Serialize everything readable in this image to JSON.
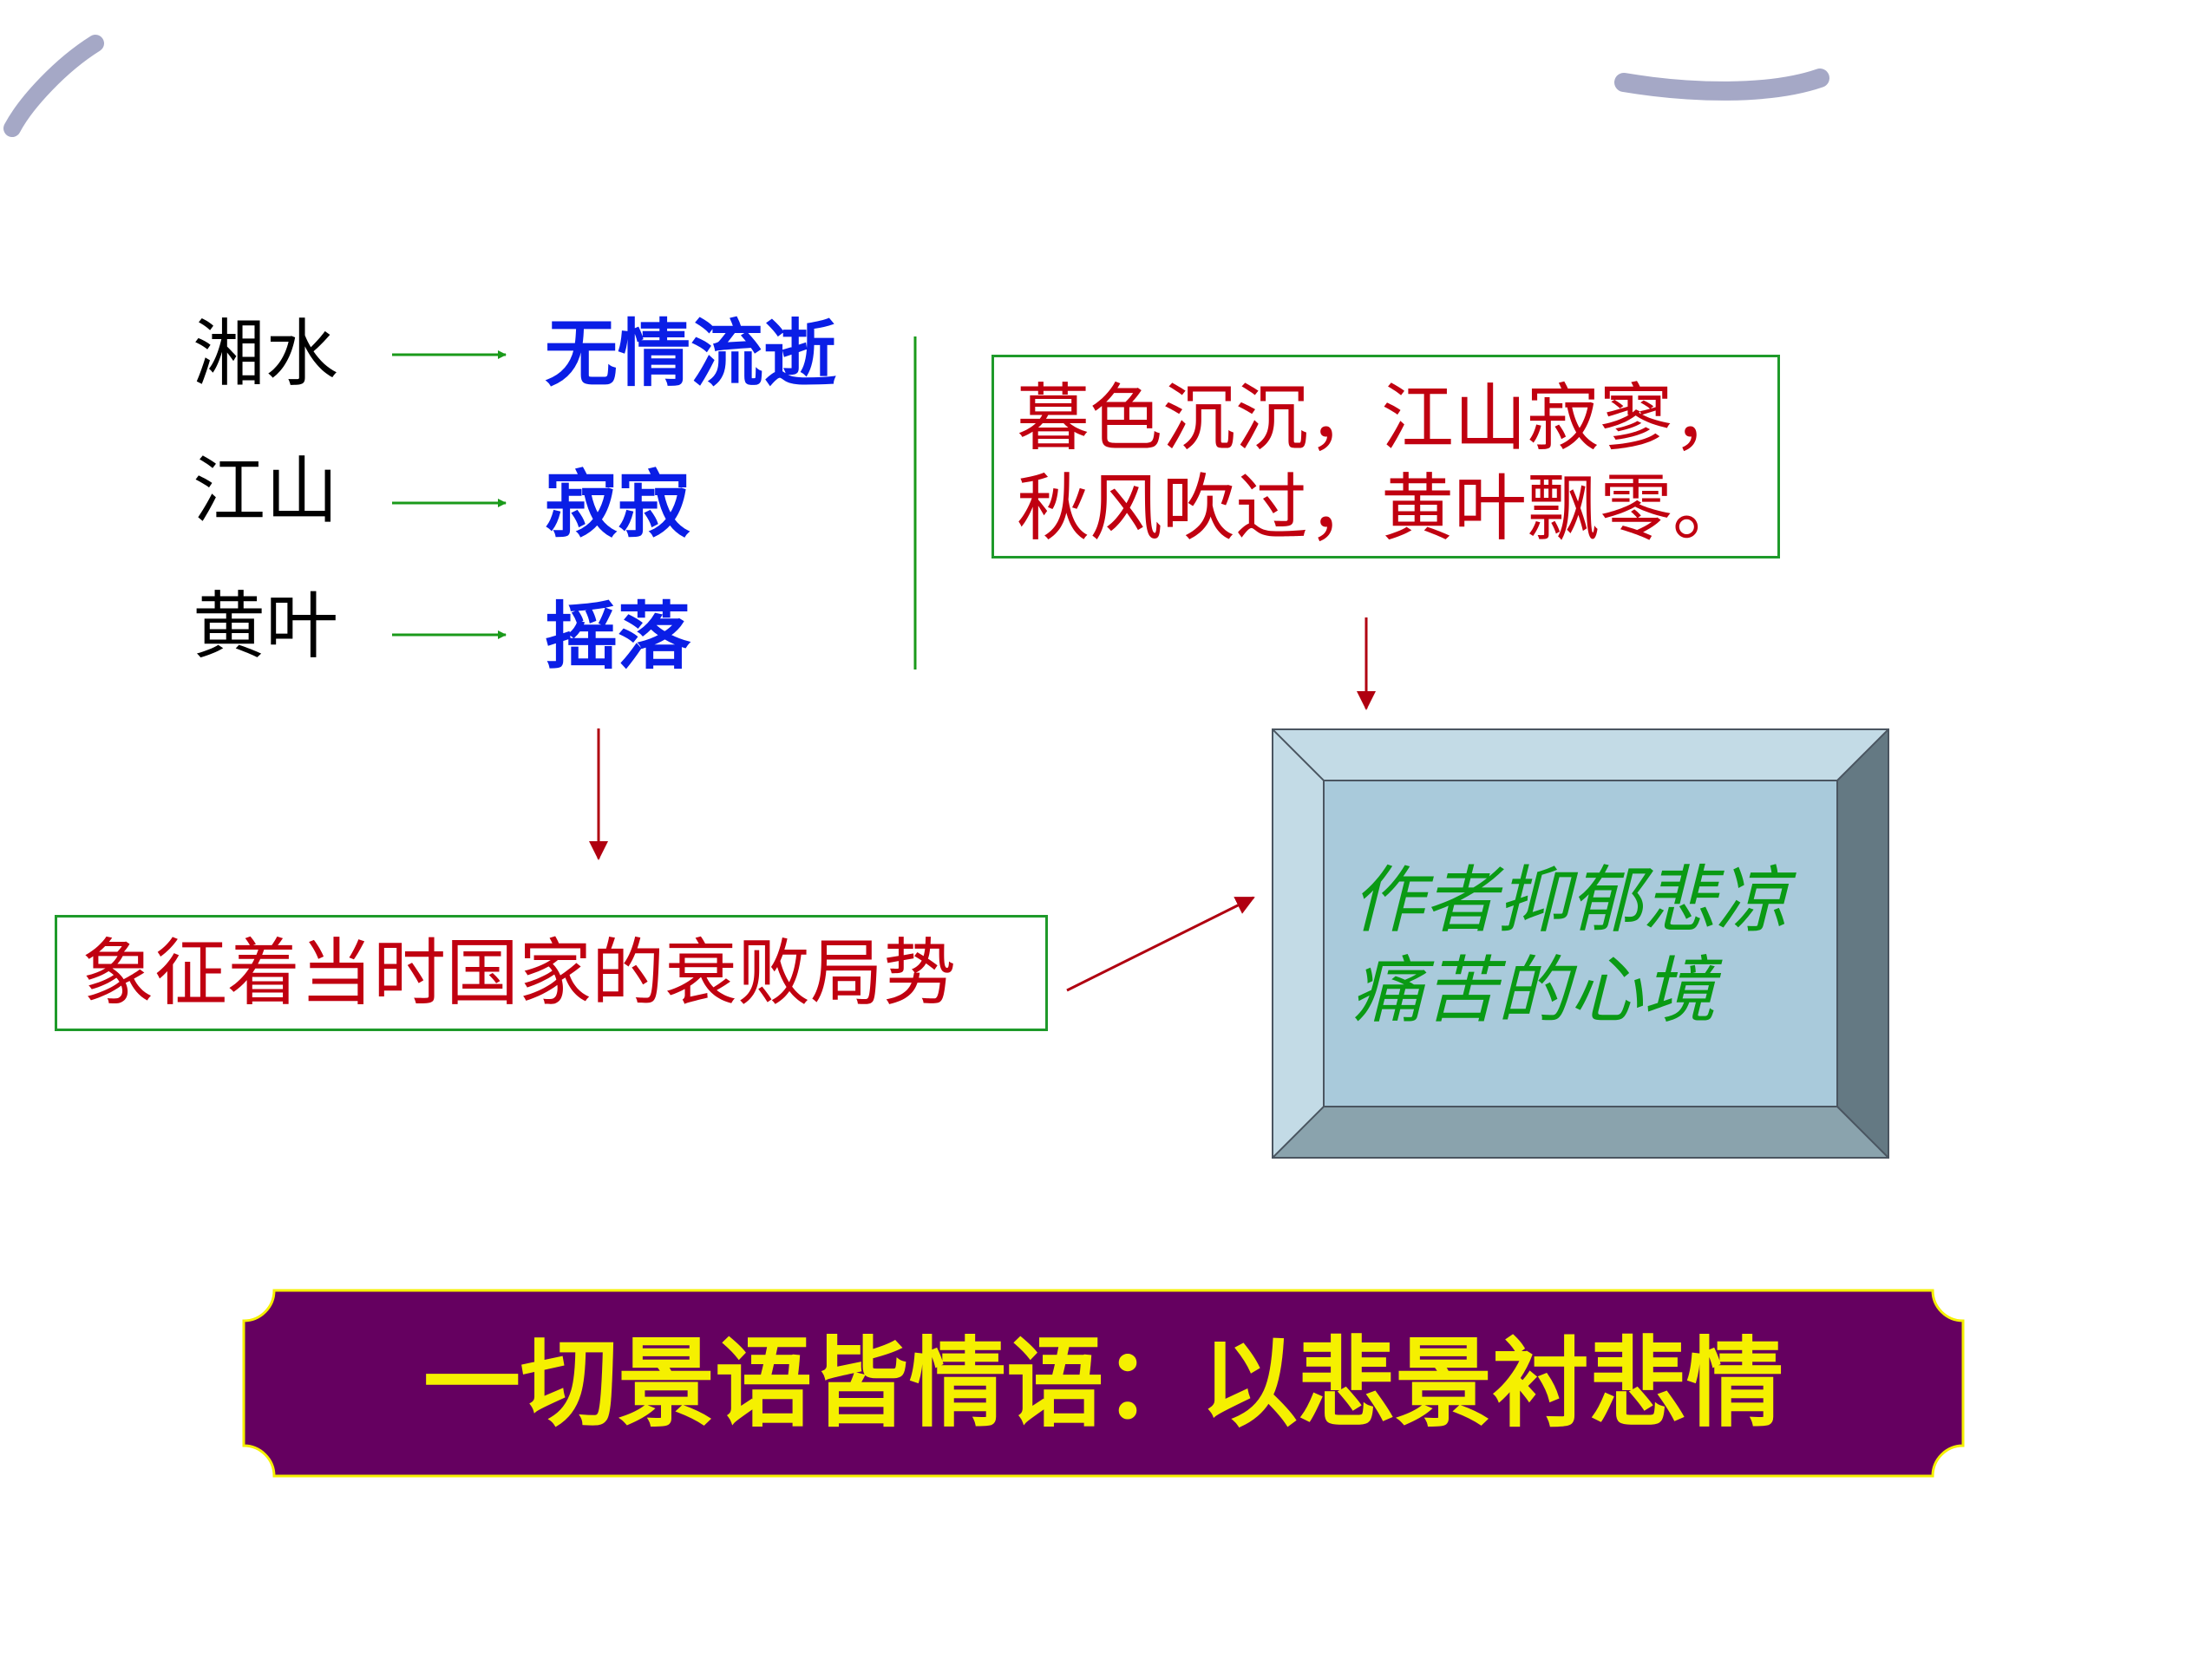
{
  "colors": {
    "image_green_arrow": "#1a9a1a",
    "meaning_blue": "#0a1ee6",
    "scene_red": "#c00010",
    "box_border_green": "#1e9a2a",
    "emotion_green": "#0a9a14",
    "banner_purple": "#650060",
    "banner_text_yellow": "#f5f000",
    "bevel_face": "#a9cadb",
    "decor_stroke": "#a5a8c6"
  },
  "imagery": [
    {
      "image": "湘水",
      "meaning": "无情流逝"
    },
    {
      "image": "江山",
      "meaning": "寂寂"
    },
    {
      "image": "黄叶",
      "meaning": "摇落"
    }
  ],
  "symbol_box": {
    "text": "象征着当时国家的衰败局势"
  },
  "scene_box": {
    "lines": [
      "暮色沉沉，江山寂寥，",
      "秋风吹过，黄叶飘零。"
    ]
  },
  "emotion_box": {
    "lines": [
      "作者抑郁悲凉",
      "痛苦的心境"
    ]
  },
  "banner": {
    "text": "一切景语皆情语：以悲景衬悲情"
  },
  "icons": {
    "arrow_right": "right-arrow-icon",
    "arrow_down": "down-arrow-icon"
  }
}
